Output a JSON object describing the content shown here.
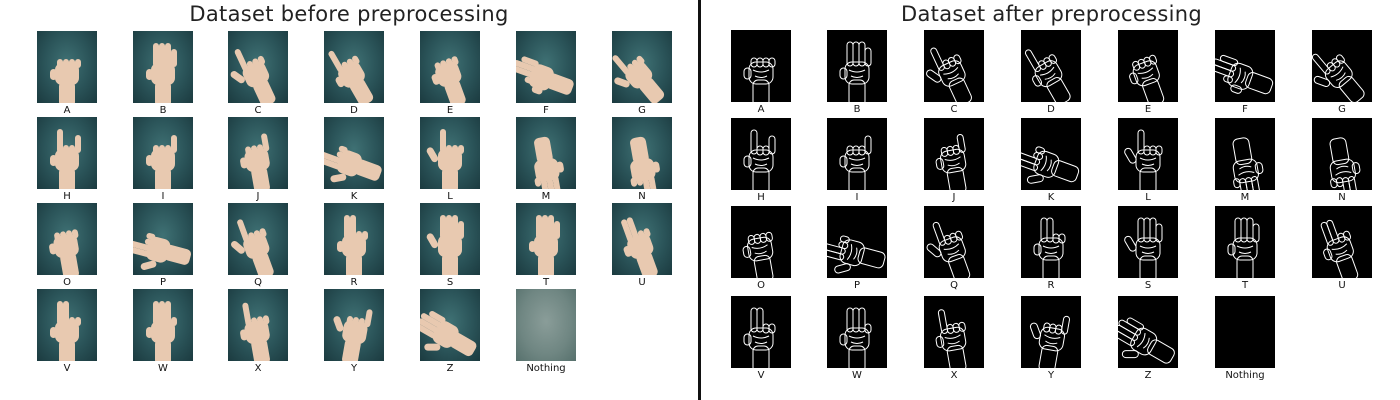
{
  "left_panel": {
    "title": "Dataset before preprocessing",
    "labels": [
      "A",
      "B",
      "C",
      "D",
      "E",
      "F",
      "G",
      "H",
      "I",
      "J",
      "K",
      "L",
      "M",
      "N",
      "O",
      "P",
      "Q",
      "R",
      "S",
      "T",
      "U",
      "V",
      "W",
      "X",
      "Y",
      "Z",
      "Nothing"
    ]
  },
  "right_panel": {
    "title": "Dataset after preprocessing",
    "labels": [
      "A",
      "B",
      "C",
      "D",
      "E",
      "F",
      "G",
      "H",
      "I",
      "J",
      "K",
      "L",
      "M",
      "N",
      "O",
      "P",
      "Q",
      "R",
      "S",
      "T",
      "U",
      "V",
      "W",
      "X",
      "Y",
      "Z",
      "Nothing"
    ]
  },
  "colors": {
    "raw_background": "#2a5358",
    "skin": "#e8c9b0",
    "edge_background": "#000000",
    "edge_line": "#ffffff",
    "divider": "#111111"
  }
}
